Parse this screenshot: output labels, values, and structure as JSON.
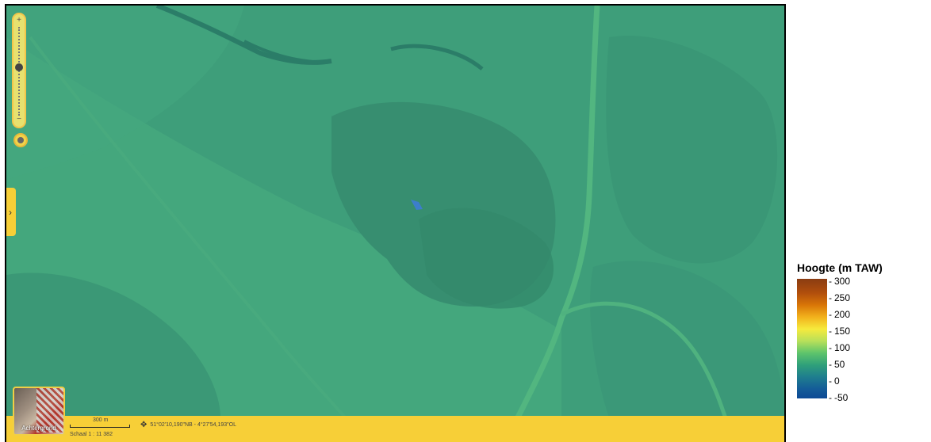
{
  "map": {
    "background_label": "Achtergrond",
    "scale": {
      "distance": "300 m",
      "ratio": "Schaal 1 : 11 382"
    },
    "coordinates": "51°02'10,190\"NB - 4°27'54,193\"OL"
  },
  "zoom": {
    "plus": "+",
    "minus": "−"
  },
  "legend": {
    "title": "Hoogte (m  TAW)",
    "labels": [
      "300",
      "250",
      "200",
      "150",
      "100",
      "50",
      "0",
      "-50"
    ]
  },
  "colors": {
    "map_base": "#3f9f7c",
    "toolbar": "#f7cf37"
  }
}
